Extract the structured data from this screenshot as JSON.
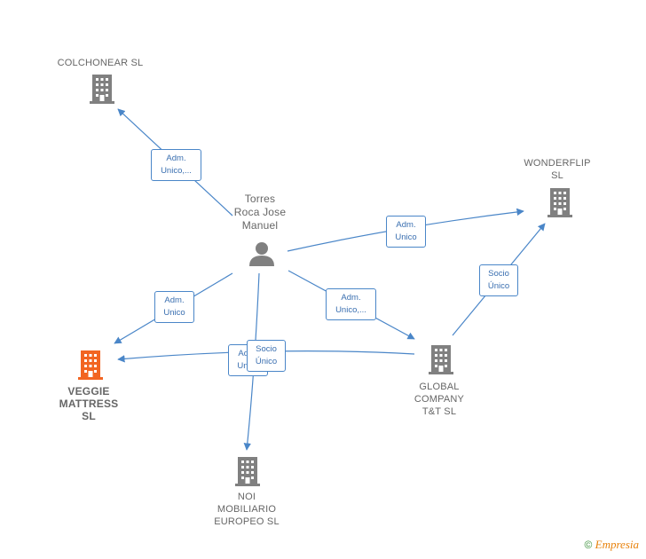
{
  "colors": {
    "edge": "#4a86c8",
    "company": "#808080",
    "highlight": "#f26522",
    "person": "#808080",
    "text": "#666666"
  },
  "person": {
    "name_line1": "Torres",
    "name_line2": "Roca Jose",
    "name_line3": "Manuel",
    "icon": "person-icon"
  },
  "companies": {
    "colchonear": {
      "line1": "COLCHONEAR SL",
      "icon": "building-icon"
    },
    "wonderflip": {
      "line1": "WONDERFLIP",
      "line2": "SL",
      "icon": "building-icon"
    },
    "veggie": {
      "line1": "VEGGIE",
      "line2": "MATTRESS",
      "line3": "SL",
      "icon": "building-icon"
    },
    "global": {
      "line1": "GLOBAL",
      "line2": "COMPANY",
      "line3": "T&T  SL",
      "icon": "building-icon"
    },
    "noi": {
      "line1": "NOI",
      "line2": "MOBILIARIO",
      "line3": "EUROPEO  SL",
      "icon": "building-icon"
    }
  },
  "edges": {
    "to_colchonear": {
      "line1": "Adm.",
      "line2": "Unico,..."
    },
    "to_wonderflip": {
      "line1": "Adm.",
      "line2": "Unico"
    },
    "to_veggie": {
      "line1": "Adm.",
      "line2": "Unico"
    },
    "to_global": {
      "line1": "Adm.",
      "line2": "Unico,..."
    },
    "global_to_wonderflip": {
      "line1": "Socio",
      "line2": "Único"
    },
    "to_noi": {
      "line1": "Adm.",
      "line2": "Unico"
    },
    "global_to_veggie": {
      "line1": "Socio",
      "line2": "Único"
    }
  },
  "footer": {
    "copyright": "©",
    "brand": "Empresia"
  }
}
